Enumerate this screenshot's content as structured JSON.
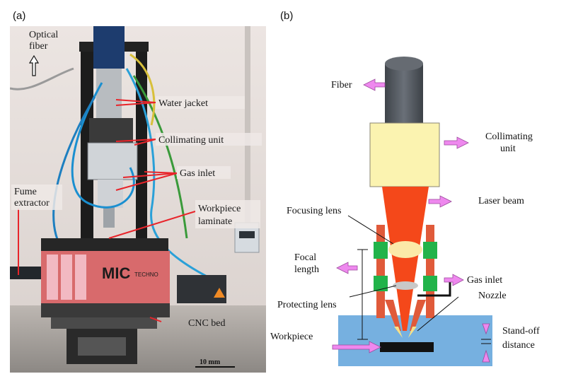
{
  "panel_a": {
    "label": "(a)",
    "callouts": {
      "optical_fiber_1": "Optical",
      "optical_fiber_2": "fiber",
      "water_jacket": "Water jacket",
      "collimating_unit": "Collimating unit",
      "gas_inlet": "Gas inlet",
      "fume_extractor_1": "Fume",
      "fume_extractor_2": "extractor",
      "workpiece_laminate_1": "Workpiece",
      "workpiece_laminate_2": "laminate",
      "cnc_bed": "CNC bed",
      "scale_bar": "10 mm"
    },
    "device_text": {
      "brand": "MIC",
      "brand_sub": "TECHNO"
    }
  },
  "panel_b": {
    "label": "(b)",
    "callouts": {
      "fiber": "Fiber",
      "collimating_unit_1": "Collimating",
      "collimating_unit_2": "unit",
      "laser_beam": "Laser beam",
      "focusing_lens": "Focusing lens",
      "focal_length_1": "Focal",
      "focal_length_2": "length",
      "gas_inlet": "Gas inlet",
      "nozzle": "Nozzle",
      "protecting_lens": "Protecting lens",
      "workpiece": "Workpiece",
      "standoff_1": "Stand-off",
      "standoff_2": "distance"
    }
  },
  "colors": {
    "callout_arrow": "#ee88ee",
    "fiber": "#555a60",
    "collimator": "#fbf3b0",
    "beam": "#f4481a",
    "lens_mount": "#e05a3a",
    "lens_clamp": "#22b34a",
    "workpiece_bg": "#76b0e0",
    "leader": "#e8242a"
  }
}
